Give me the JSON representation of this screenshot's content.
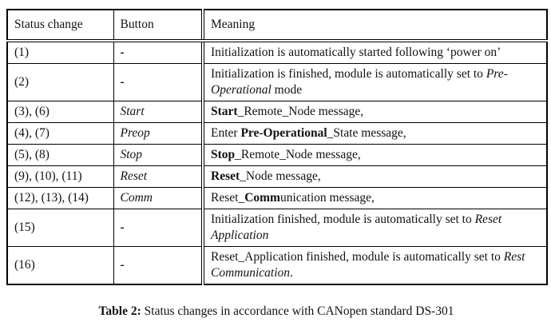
{
  "page": {
    "background": "#ffffff",
    "text_color": "#121212",
    "border_color": "#000000"
  },
  "table": {
    "headers": [
      {
        "label": "Status change"
      },
      {
        "label": "Button"
      },
      {
        "label": "Meaning"
      }
    ],
    "rows": [
      {
        "status": "(1)",
        "button": {
          "text": "-",
          "st": "b"
        },
        "meaning": [
          {
            "t": "Initialization is automatically started following ‘power on’",
            "st": "n"
          }
        ]
      },
      {
        "status": "(2)",
        "button": {
          "text": "-",
          "st": "b"
        },
        "meaning": [
          {
            "t": "Initialization is finished, module is automatically set to ",
            "st": "n"
          },
          {
            "t": "Pre-Operational",
            "st": "i"
          },
          {
            "t": " mode",
            "st": "n"
          }
        ]
      },
      {
        "status": "(3), (6)",
        "button": {
          "text": "Start",
          "st": "i"
        },
        "meaning": [
          {
            "t": "Start",
            "st": "b"
          },
          {
            "t": "_Remote_Node message,",
            "st": "n"
          }
        ]
      },
      {
        "status": "(4), (7)",
        "button": {
          "text": "Preop",
          "st": "i"
        },
        "meaning": [
          {
            "t": "Enter ",
            "st": "n"
          },
          {
            "t": "Pre-Operational",
            "st": "b"
          },
          {
            "t": "_State message,",
            "st": "n"
          }
        ]
      },
      {
        "status": "(5), (8)",
        "button": {
          "text": "Stop",
          "st": "i"
        },
        "meaning": [
          {
            "t": "Stop",
            "st": "b"
          },
          {
            "t": "_Remote_Node message,",
            "st": "n"
          }
        ]
      },
      {
        "status": "(9), (10), (11)",
        "button": {
          "text": "Reset",
          "st": "i"
        },
        "meaning": [
          {
            "t": "Reset",
            "st": "b"
          },
          {
            "t": "_Node message,",
            "st": "n"
          }
        ]
      },
      {
        "status": "(12), (13), (14)",
        "button": {
          "text": "Comm",
          "st": "i"
        },
        "meaning": [
          {
            "t": "Reset_",
            "st": "n"
          },
          {
            "t": "Comm",
            "st": "b"
          },
          {
            "t": "unication message,",
            "st": "n"
          }
        ]
      },
      {
        "status": "(15)",
        "button": {
          "text": "-",
          "st": "b"
        },
        "meaning": [
          {
            "t": "Initialization finished, module is automatically set to ",
            "st": "n"
          },
          {
            "t": "Reset Application",
            "st": "i"
          }
        ]
      },
      {
        "status": "(16)",
        "button": {
          "text": "-",
          "st": "b"
        },
        "meaning": [
          {
            "t": "Reset_Application finished, module is automatically set to ",
            "st": "n"
          },
          {
            "t": "Rest Communication",
            "st": "i"
          },
          {
            "t": ".",
            "st": "n"
          }
        ]
      }
    ]
  },
  "caption": {
    "label": "Table 2:",
    "text": " Status changes in accordance with CANopen standard DS-301"
  }
}
